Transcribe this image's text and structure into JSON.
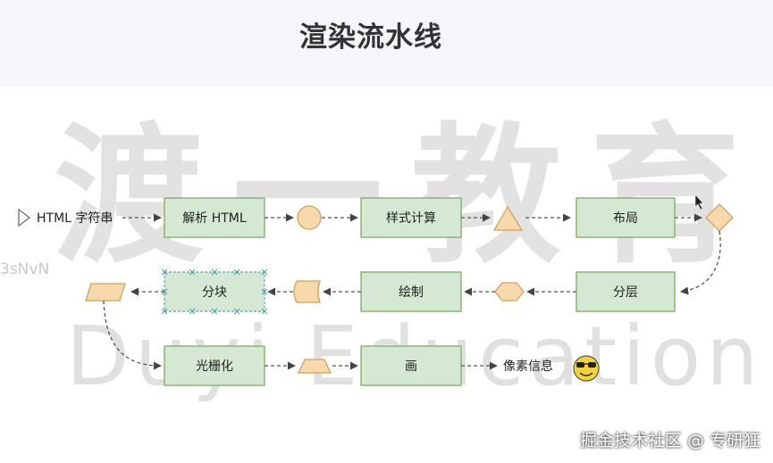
{
  "title": "渲染流水线",
  "watermark": {
    "chinese": "渡一教育",
    "english": "Duyi Education",
    "side": "3sNvN"
  },
  "nodes": {
    "start": "HTML  字符串",
    "parse": "解析 HTML",
    "style": "样式计算",
    "layout": "布局",
    "layer": "分层",
    "paint": "绘制",
    "tile": "分块",
    "raster": "光栅化",
    "draw": "画",
    "pixel": "像素信息"
  },
  "footer": "掘金技术社区 @ 专研狂",
  "colors": {
    "box_fill": "#d5e8d4",
    "box_stroke": "#82b366",
    "shape_fill": "#f8d9ac",
    "shape_stroke": "#d2a15e"
  },
  "icons": [
    "play-triangle-icon",
    "sunglasses-smiley-icon",
    "cursor-icon"
  ]
}
